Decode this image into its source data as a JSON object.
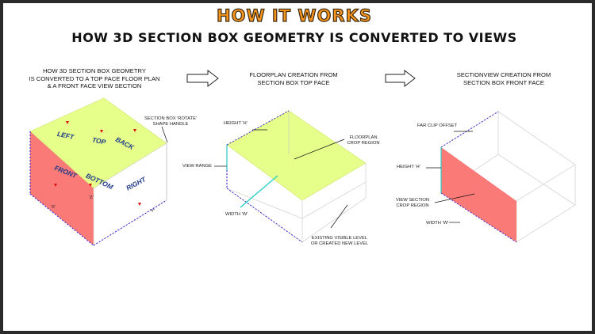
{
  "title": "HOW IT WORKS",
  "subtitle": "HOW 3D SECTION BOX GEOMETRY IS CONVERTED TO VIEWS",
  "captions": {
    "step1": [
      "HOW 3D SECTION BOX GEOMETRY",
      "IS CONVERTED TO A TOP FACE FLOOR PLAN",
      "& A FRONT FACE VIEW SECTION"
    ],
    "step2": [
      "FLOORPLAN CREATION FROM",
      "SECTION BOX TOP FACE"
    ],
    "step3": [
      "SECTIONVIEW CREATION FROM",
      "SECTION BOX FRONT FACE"
    ]
  },
  "box1": {
    "faces": {
      "left": "LEFT",
      "top": "TOP",
      "back": "BACK",
      "front": "FRONT",
      "bottom": "BOTTOM",
      "right": "RIGHT"
    },
    "axes": {
      "x": "'X'",
      "y": "'Y'",
      "z": "'Z'"
    },
    "rotate_handle": [
      "SECTION BOX 'ROTATE'",
      "SHAPE HANDLE"
    ]
  },
  "box2": {
    "height": "HEIGHT 'H'",
    "view_range": "VIEW RANGE",
    "width": "WIDTH 'W'",
    "crop": [
      "FLOORPLAN",
      "CROP REGION"
    ],
    "level": [
      "EXISTING VISIBLE LEVEL",
      "OR CREATED NEW LEVEL"
    ]
  },
  "box3": {
    "far_clip": "FAR CLIP OFFSET",
    "height": "HEIGHT 'H'",
    "crop": [
      "VIEW SECTION",
      "CROP REGION"
    ],
    "width": "WIDTH 'W'"
  },
  "colors": {
    "title": "#f7941d",
    "top_face": "#e6ff8a",
    "front_face": "#fa7a78",
    "axis_dash": "#3d2bd6",
    "edge": "#bfbfbf"
  }
}
